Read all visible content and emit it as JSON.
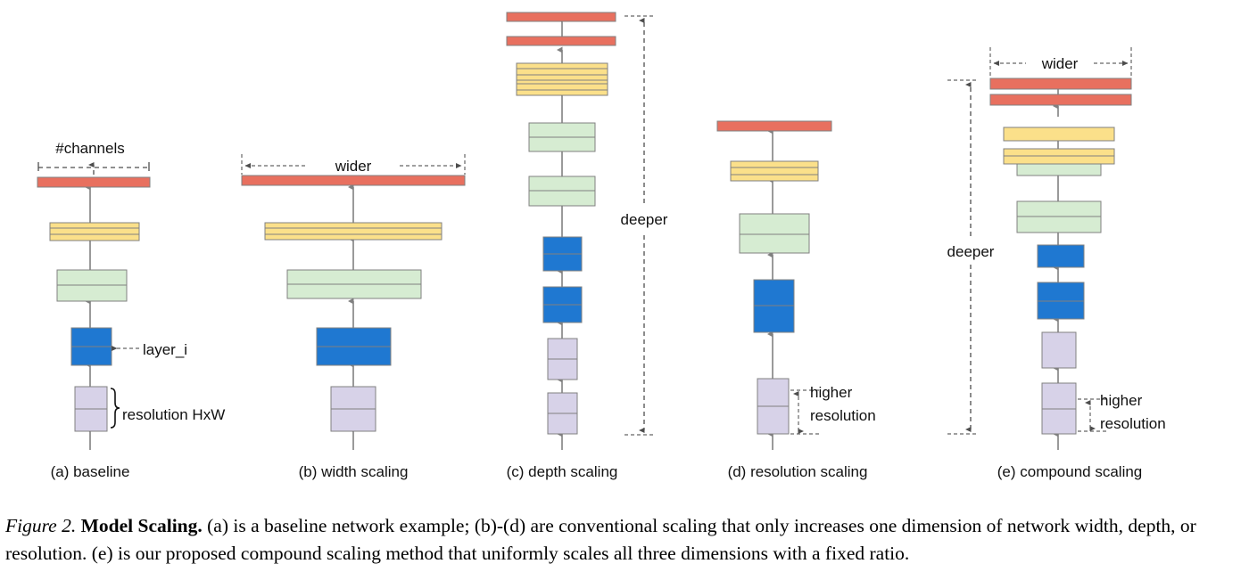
{
  "figure": {
    "caption_figure_number": "Figure 2.",
    "caption_title": "Model Scaling.",
    "caption_body": "(a) is a baseline network example; (b)-(d) are conventional scaling that only increases one dimension of network width, depth, or resolution. (e) is our proposed compound scaling method that uniformly scales all three dimensions with a fixed ratio."
  },
  "colors": {
    "red": "#e8705f",
    "yellow": "#fbe08a",
    "green": "#d6ecd2",
    "blue": "#1f78d1",
    "lavender": "#d7d2e8",
    "stroke": "#808080",
    "arrow": "#808080",
    "dash": "#4d4d4d",
    "text": "#111111",
    "background": "#ffffff"
  },
  "panels": [
    {
      "id": "a",
      "label": "(a) baseline",
      "annotations": [
        {
          "name": "channels",
          "text": "#channels"
        },
        {
          "name": "layer-i",
          "text": "layer_i"
        },
        {
          "name": "resolution",
          "text": "resolution HxW"
        }
      ],
      "blocks": [
        {
          "kind": "lavender",
          "divisions": 2
        },
        {
          "kind": "blue",
          "divisions": 2
        },
        {
          "kind": "green",
          "divisions": 2
        },
        {
          "kind": "yellow",
          "divisions": 3
        },
        {
          "kind": "red",
          "divisions": 1
        }
      ]
    },
    {
      "id": "b",
      "label": "(b) width scaling",
      "annotations": [
        {
          "name": "wider",
          "text": "wider"
        }
      ],
      "blocks": [
        {
          "kind": "lavender",
          "divisions": 2
        },
        {
          "kind": "blue",
          "divisions": 2
        },
        {
          "kind": "green",
          "divisions": 2
        },
        {
          "kind": "yellow",
          "divisions": 3
        },
        {
          "kind": "red",
          "divisions": 1
        }
      ]
    },
    {
      "id": "c",
      "label": "(c) depth scaling",
      "annotations": [
        {
          "name": "deeper",
          "text": "deeper"
        }
      ],
      "blocks": [
        {
          "kind": "lavender",
          "divisions": 2
        },
        {
          "kind": "lavender",
          "divisions": 2
        },
        {
          "kind": "blue",
          "divisions": 2
        },
        {
          "kind": "blue",
          "divisions": 2
        },
        {
          "kind": "green",
          "divisions": 2
        },
        {
          "kind": "green",
          "divisions": 2
        },
        {
          "kind": "yellow",
          "divisions": 3
        },
        {
          "kind": "yellow",
          "divisions": 3
        },
        {
          "kind": "red",
          "divisions": 1
        },
        {
          "kind": "red",
          "divisions": 1
        }
      ]
    },
    {
      "id": "d",
      "label": "(d) resolution scaling",
      "annotations": [
        {
          "name": "higher-resolution-line1",
          "text": "higher"
        },
        {
          "name": "higher-resolution-line2",
          "text": "resolution"
        }
      ],
      "blocks": [
        {
          "kind": "lavender",
          "divisions": 2
        },
        {
          "kind": "blue",
          "divisions": 2
        },
        {
          "kind": "green",
          "divisions": 2
        },
        {
          "kind": "yellow",
          "divisions": 3
        },
        {
          "kind": "red",
          "divisions": 1
        }
      ]
    },
    {
      "id": "e",
      "label": "(e) compound scaling",
      "annotations": [
        {
          "name": "wider",
          "text": "wider"
        },
        {
          "name": "deeper",
          "text": "deeper"
        },
        {
          "name": "higher-resolution-line1",
          "text": "higher"
        },
        {
          "name": "higher-resolution-line2",
          "text": "resolution"
        }
      ],
      "blocks": [
        {
          "kind": "lavender",
          "divisions": 2
        },
        {
          "kind": "lavender",
          "divisions": 1
        },
        {
          "kind": "blue",
          "divisions": 2
        },
        {
          "kind": "blue",
          "divisions": 1
        },
        {
          "kind": "green",
          "divisions": 2
        },
        {
          "kind": "green",
          "divisions": 1
        },
        {
          "kind": "yellow",
          "divisions": 2
        },
        {
          "kind": "yellow",
          "divisions": 1
        },
        {
          "kind": "red",
          "divisions": 1
        },
        {
          "kind": "red",
          "divisions": 1
        }
      ]
    }
  ]
}
